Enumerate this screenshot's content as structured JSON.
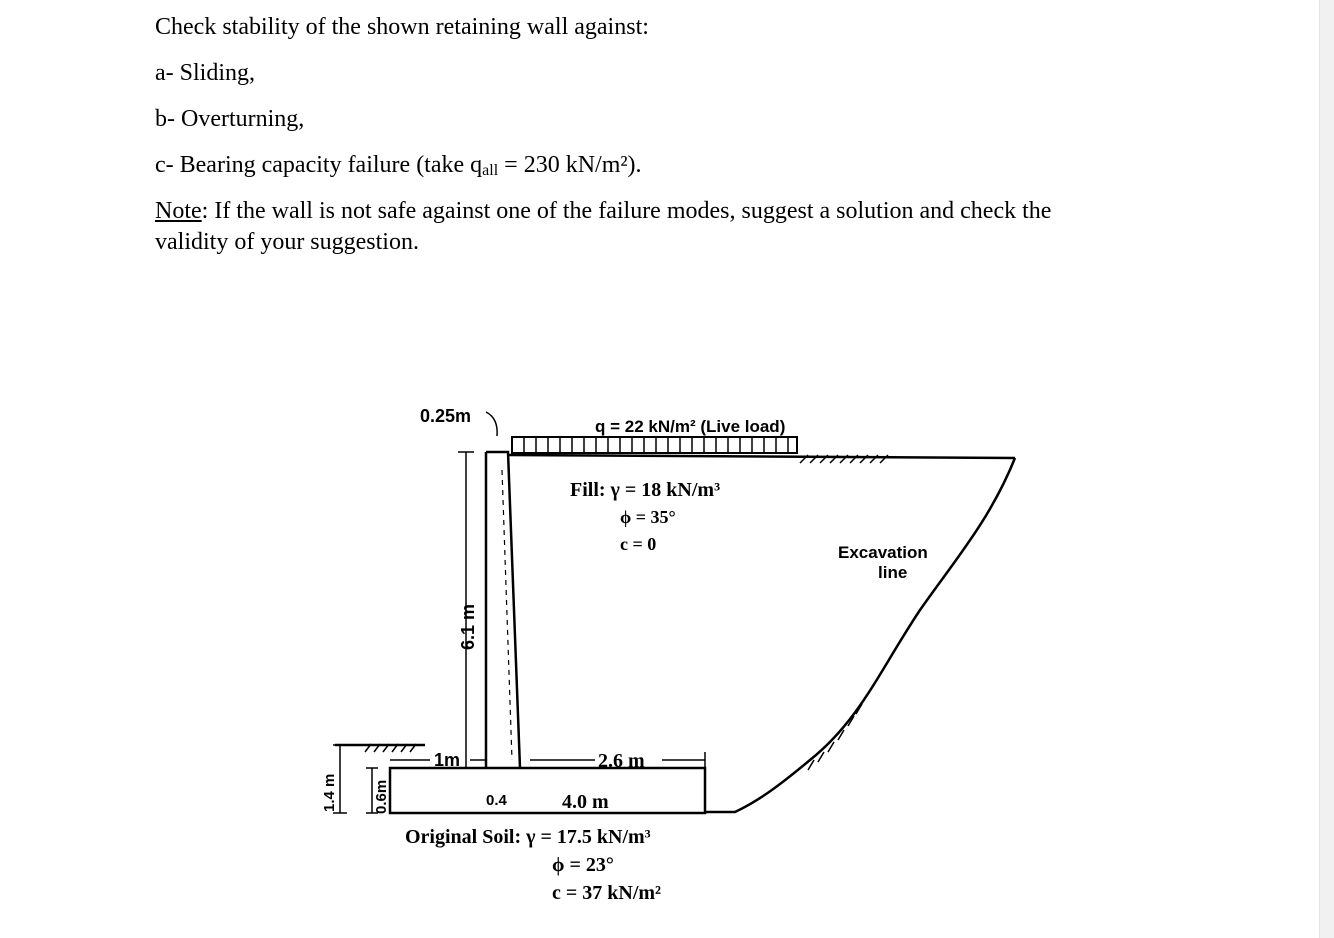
{
  "question": {
    "intro": "Check stability of the shown retaining wall against:",
    "item_a": "a- Sliding,",
    "item_b": "b- Overturning,",
    "item_c_prefix": "c- Bearing capacity failure (take q",
    "item_c_sub": "all",
    "item_c_suffix": " = 230 kN/m²).",
    "note_label": "Note",
    "note_line1": ": If the wall is not safe against one of the failure modes, suggest a solution and check the",
    "note_line2": "validity of your suggestion."
  },
  "figure": {
    "stem_top": "0.25m",
    "surcharge": "q = 22 kN/m² (Live load)",
    "fill_gamma": "Fill: γ = 18 kN/m³",
    "fill_phi": "ϕ = 35°",
    "fill_c": "c = 0",
    "excavation_1": "Excavation",
    "excavation_2": "line",
    "height": "6.1 m",
    "toe": "1m",
    "heel": "2.6 m",
    "stem_base": "0.4",
    "base_width": "4.0 m",
    "embed": "1.4 m",
    "base_thick": "0.6m",
    "soil_gamma": "Original Soil:  γ = 17.5 kN/m³",
    "soil_phi": "ϕ = 23°",
    "soil_c": "c = 37 kN/m²"
  }
}
